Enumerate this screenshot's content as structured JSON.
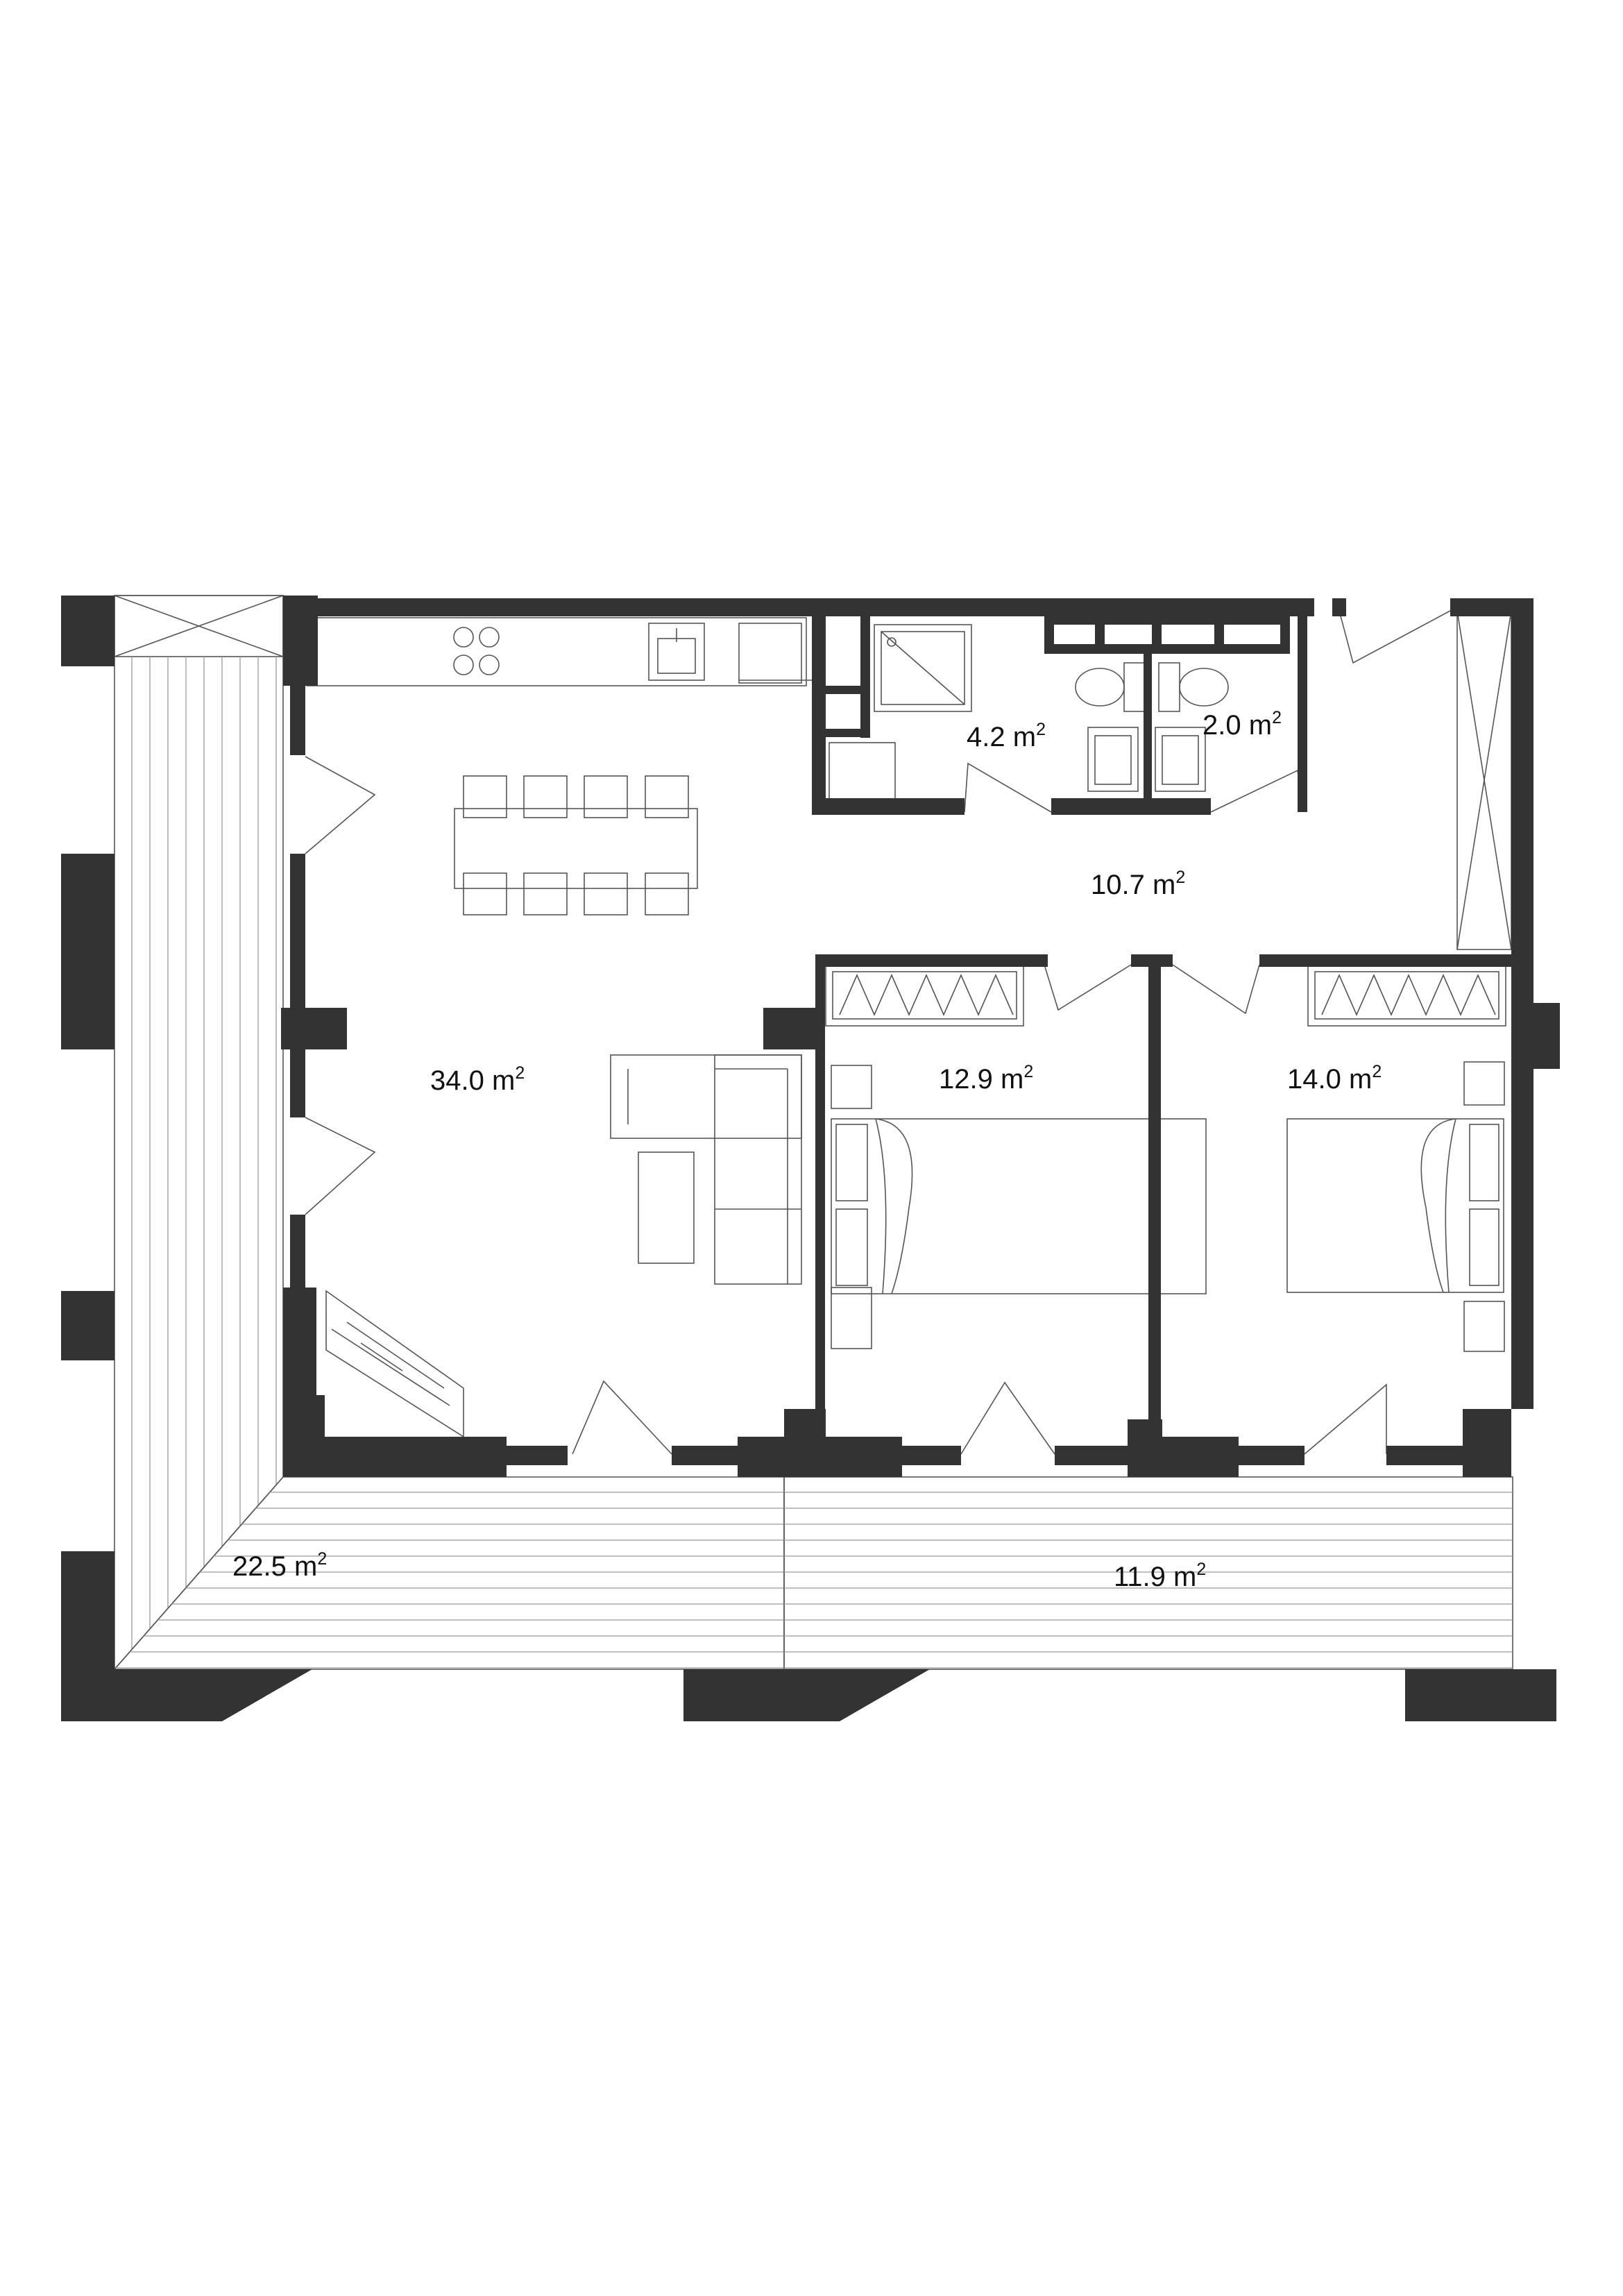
{
  "colors": {
    "wall": "#333333",
    "line": "#555555",
    "background": "#ffffff"
  },
  "rooms": [
    {
      "id": "living-kitchen",
      "area": "34.0",
      "unit": "m"
    },
    {
      "id": "bathroom",
      "area": "4.2",
      "unit": "m"
    },
    {
      "id": "wc",
      "area": "2.0",
      "unit": "m"
    },
    {
      "id": "hallway",
      "area": "10.7",
      "unit": "m"
    },
    {
      "id": "bedroom-1",
      "area": "12.9",
      "unit": "m"
    },
    {
      "id": "bedroom-2",
      "area": "14.0",
      "unit": "m"
    },
    {
      "id": "terrace-l",
      "area": "22.5",
      "unit": "m"
    },
    {
      "id": "terrace-south",
      "area": "11.9",
      "unit": "m"
    }
  ],
  "superscript": "2"
}
